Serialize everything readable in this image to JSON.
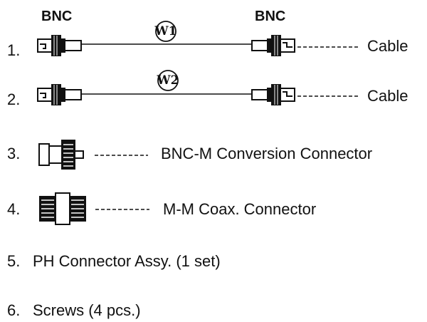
{
  "headers": {
    "left": "BNC",
    "right": "BNC"
  },
  "items": [
    {
      "number": "1.",
      "wire": "W1",
      "label": "Cable"
    },
    {
      "number": "2.",
      "wire": "W2",
      "label": "Cable"
    },
    {
      "number": "3.",
      "label": "BNC-M Conversion Connector"
    },
    {
      "number": "4.",
      "label": "M-M Coax. Connector"
    },
    {
      "number": "5.",
      "label": "PH Connector Assy. (1 set)"
    },
    {
      "number": "6.",
      "label": "Screws (4 pcs.)"
    }
  ],
  "colors": {
    "ink": "#111111",
    "background": "#ffffff"
  }
}
